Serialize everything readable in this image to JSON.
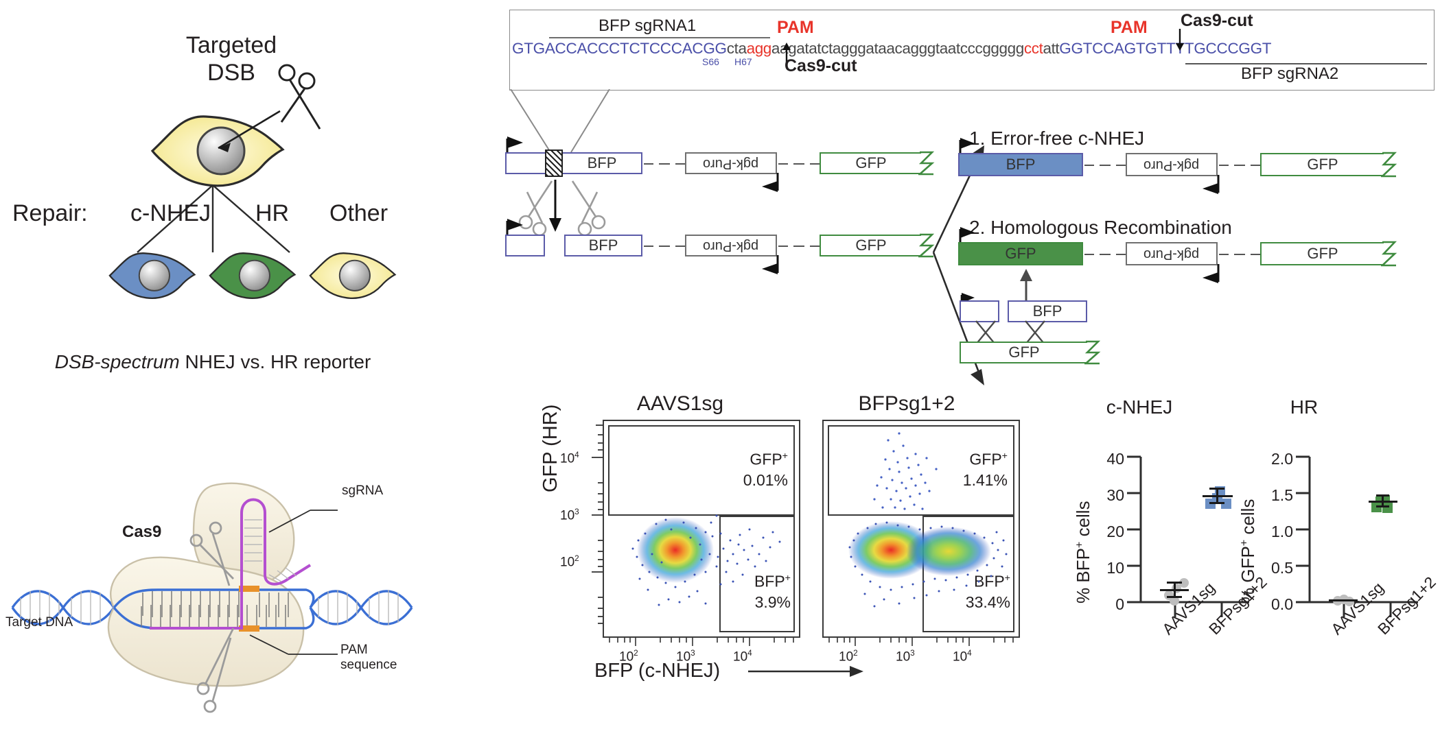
{
  "left_panel": {
    "targeted_dsb": "Targeted\nDSB",
    "targeted_line1": "Targeted",
    "targeted_line2": "DSB",
    "repair_prefix": "Repair:",
    "repair_outcomes": [
      {
        "label": "c-NHEJ",
        "color": "#6b8fc4"
      },
      {
        "label": "HR",
        "color": "#4a9148"
      },
      {
        "label": "Other",
        "color": "#f5e98a"
      }
    ],
    "caption_italic": "DSB-spectrum",
    "caption_rest": " NHEJ vs. HR reporter",
    "cas9_diagram": {
      "enzyme_label": "Cas9",
      "sgrna_label": "sgRNA",
      "pam_label": "PAM sequence",
      "target_dna_label": "Target DNA",
      "dna_color": "#3b6fd4",
      "sgrna_color": "#b44fd0",
      "pam_color": "#e8912a",
      "protein_fill": "#f2ecdc"
    }
  },
  "sequence_box": {
    "sgrna1_label": "BFP sgRNA1",
    "sgrna2_label": "BFP sgRNA2",
    "pam_label_left": "PAM",
    "pam_label_right": "PAM",
    "cas9_cut_left": "Cas9-cut",
    "cas9_cut_right": "Cas9-cut",
    "codon_s66": "S66",
    "codon_h67": "H67",
    "seg_protospacer1": "GTGACCACCCTCTCCCACGG",
    "seg_mid_a": "cta",
    "seg_pam1": "agg",
    "seg_mid_b": "aagatatctagggataacagggtaatcccggggg",
    "seg_pam2": "cct",
    "seg_mid_c": "att",
    "seg_protospacer2": "GGTCCAGTGTTTTGCCCGGT",
    "color_upper": "#4a4fa8",
    "color_lower": "#4a4a4a",
    "color_pam": "#e8342a"
  },
  "cassettes": {
    "bfp_label": "BFP",
    "gfp_label": "GFP",
    "puro_label": "pgk-Puro",
    "purple_border": "#5b5ba8",
    "green_border": "#3f8b3f",
    "gray_border": "#6f6f6f",
    "blue_fill": "#6b8fc4",
    "green_fill": "#4a9148"
  },
  "outcomes": {
    "outcome1": "1. Error-free c-NHEJ",
    "outcome2": "2. Homologous Recombination"
  },
  "flow_plots": [
    {
      "title": "AAVS1sg",
      "gfp_gate_label": "GFP",
      "gfp_gate_sup": "+",
      "gfp_pct": "0.01%",
      "bfp_gate_label": "BFP",
      "bfp_gate_sup": "+",
      "bfp_pct": "3.9%",
      "xticks": [
        "10",
        "10",
        "10"
      ],
      "xtick_exps": [
        "2",
        "3",
        "4"
      ]
    },
    {
      "title": "BFPsg1+2",
      "gfp_gate_label": "GFP",
      "gfp_gate_sup": "+",
      "gfp_pct": "1.41%",
      "bfp_gate_label": "BFP",
      "bfp_gate_sup": "+",
      "bfp_pct": "33.4%",
      "xticks": [
        "10",
        "10",
        "10"
      ],
      "xtick_exps": [
        "2",
        "3",
        "4"
      ]
    }
  ],
  "flow_axes": {
    "ylabel": "GFP (HR)",
    "xlabel": "BFP (c-NHEJ)",
    "yticks": [
      "10",
      "10",
      "10"
    ],
    "ytick_exps": [
      "4",
      "3",
      "2"
    ]
  },
  "chart_data": [
    {
      "type": "scatter",
      "title": "c-NHEJ",
      "ylabel": "% BFP+ cells",
      "ylabel_plain": "% BFP",
      "ylabel_sup": "+",
      "ylabel_tail": " cells",
      "categories": [
        "AAVS1sg",
        "BFPsg1+2"
      ],
      "ylim": [
        0,
        40
      ],
      "yticks": [
        0,
        10,
        20,
        30,
        40
      ],
      "ytick_labels": [
        "0",
        "10",
        "20",
        "30",
        "40"
      ],
      "series": [
        {
          "name": "AAVS1sg",
          "color": "#bdbdbd",
          "marker": "circle",
          "points": [
            2.2,
            3.2,
            3.6,
            5.0
          ],
          "mean": 3.5,
          "sem": 0.6
        },
        {
          "name": "BFPsg1+2",
          "color": "#6b8fc4",
          "marker": "square",
          "points": [
            28.0,
            29.0,
            31.5,
            34.0
          ],
          "mean": 30.6,
          "sem": 1.3
        }
      ]
    },
    {
      "type": "scatter",
      "title": "HR",
      "ylabel": "% GFP+ cells",
      "ylabel_plain": "% GFP",
      "ylabel_sup": "+",
      "ylabel_tail": " cells",
      "categories": [
        "AAVS1sg",
        "BFPsg1+2"
      ],
      "ylim": [
        0,
        2.0
      ],
      "yticks": [
        0.0,
        0.5,
        1.0,
        1.5,
        2.0
      ],
      "ytick_labels": [
        "0.0",
        "0.5",
        "1.0",
        "1.5",
        "2.0"
      ],
      "series": [
        {
          "name": "AAVS1sg",
          "color": "#bdbdbd",
          "marker": "circle",
          "points": [
            0.01,
            0.02,
            0.03,
            0.04
          ],
          "mean": 0.03,
          "sem": 0.01
        },
        {
          "name": "BFPsg1+2",
          "color": "#4a9148",
          "marker": "square",
          "points": [
            1.34,
            1.38,
            1.44,
            1.48
          ],
          "mean": 1.41,
          "sem": 0.04
        }
      ]
    }
  ]
}
